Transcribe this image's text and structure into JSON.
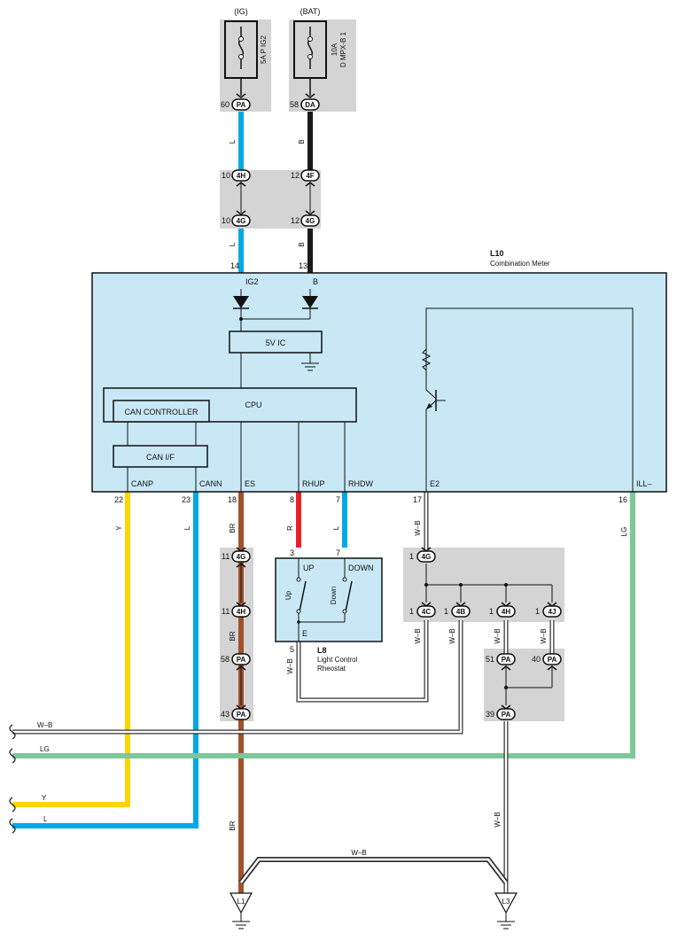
{
  "colors": {
    "L": "#00a9e6",
    "B": "#1a1a1a",
    "Y": "#ffd400",
    "BR": "#a0522d",
    "R": "#e8202a",
    "LG": "#7dc89a",
    "panel": "#c9e8f6",
    "gray": "#d4d4d4"
  },
  "fuses": {
    "ig": {
      "supply": "(IG)",
      "label": "5A P IG2",
      "pin": "60",
      "conn": "PA"
    },
    "bat": {
      "supply": "(BAT)",
      "label": "10A",
      "label2": "D MPX-B 1",
      "pin": "58",
      "conn": "DA"
    }
  },
  "junctions": {
    "4h_top": {
      "pin": "10",
      "conn": "4H"
    },
    "4g_top": {
      "pin": "10",
      "conn": "4G"
    },
    "4f_top": {
      "pin": "12",
      "conn": "4F"
    },
    "4g_top2": {
      "pin": "12",
      "conn": "4G"
    },
    "br_4g": {
      "pin": "11",
      "conn": "4G"
    },
    "br_4h": {
      "pin": "11",
      "conn": "4H"
    },
    "br_pa1": {
      "pin": "58",
      "conn": "PA"
    },
    "br_pa2": {
      "pin": "43",
      "conn": "PA"
    },
    "e2_4g": {
      "pin": "1",
      "conn": "4G"
    },
    "j_4c": {
      "pin": "1",
      "conn": "4C"
    },
    "j_4b": {
      "pin": "1",
      "conn": "4B"
    },
    "j_4h": {
      "pin": "1",
      "conn": "4H"
    },
    "j_4j": {
      "pin": "1",
      "conn": "4J"
    },
    "pa51": {
      "pin": "51",
      "conn": "PA"
    },
    "pa40": {
      "pin": "40",
      "conn": "PA"
    },
    "pa39": {
      "pin": "39",
      "conn": "PA"
    }
  },
  "meter": {
    "id": "L10",
    "name": "Combination Meter",
    "ic": "5V IC",
    "cpu": "CPU",
    "can_controller": "CAN CONTROLLER",
    "can_if": "CAN I/F",
    "top_pins": {
      "ig2_num": "14",
      "ig2": "IG2",
      "b_num": "13",
      "b": "B"
    },
    "bottom_pins": {
      "canp": "CANP",
      "canp_num": "22",
      "cann": "CANN",
      "cann_num": "23",
      "es": "ES",
      "es_num": "18",
      "rhup": "RHUP",
      "rhup_num": "8",
      "rhdw": "RHDW",
      "rhdw_num": "7",
      "e2": "E2",
      "e2_num": "17",
      "ill": "ILL–",
      "ill_num": "16"
    }
  },
  "rheostat": {
    "id": "L8",
    "name1": "Light Control",
    "name2": "Rheostat",
    "up": "UP",
    "down": "DOWN",
    "up_sw": "Up",
    "down_sw": "Down",
    "e": "E",
    "pin_up": "3",
    "pin_down": "7",
    "pin_e": "5"
  },
  "wires": {
    "l": "L",
    "b": "B",
    "y": "Y",
    "br": "BR",
    "r": "R",
    "lg": "LG",
    "wb": "W–B"
  },
  "grounds": {
    "l1": "L1",
    "l3": "L3"
  }
}
